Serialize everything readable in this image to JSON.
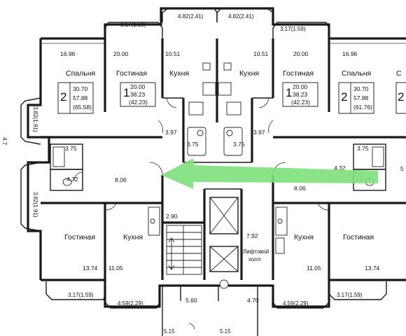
{
  "rooms": {
    "bedroom": "Спальня",
    "living": "Гостиная",
    "kitchen": "Кухня",
    "lift_hall_1": "Лифтовой",
    "lift_hall_2": "холл"
  },
  "areas": {
    "bedroom_left": "16.96",
    "living_left": "20.00",
    "kitchen_left": "10.51",
    "kitchen_right": "10.51",
    "living_right": "20.00",
    "bedroom_right": "16.96",
    "corridor_left": "3.97",
    "corridor_right": "3.97",
    "bath_left_center": "3.75",
    "bath_right_center": "3.75",
    "bath_far_left": "3.75",
    "bath_far_right": "3.75",
    "hall_far_left": "4.32",
    "hall_far_right": "4.32",
    "hall_left": "8.06",
    "hall_right": "8.06",
    "stair": "2.90",
    "lift_hall": "7.92",
    "living_lower_left": "13.74",
    "kitchen_lower_left": "11.05",
    "kitchen_lower_right": "11.05",
    "living_lower_right": "13.74",
    "vestibule": "5.60",
    "lobby": "4.70"
  },
  "dims": {
    "balcony_top_left": "3.17(1.59)",
    "balcony_top_center_left": "4.82(2.41)",
    "balcony_top_center_right": "4.82(2.41)",
    "balcony_top_right": "3.17(1.59)",
    "side_left_top": "3.82(1.91)",
    "side_left_bottom": "3.82(1.91)",
    "balcony_bottom_left": "3.17(1.59)",
    "balcony_bottom_center_left": "4.59(2.29)",
    "balcony_bottom_center_right": "4.59(2.29)",
    "balcony_bottom_right": "3.17(1.59)",
    "porch_left": "5.15",
    "porch_right": "5.15",
    "edge_left": "4.7",
    "edge_right": "5"
  },
  "apartments": [
    {
      "rooms": "2",
      "a": "30.70",
      "b": "57.88",
      "c": "(65.58)"
    },
    {
      "rooms": "1",
      "a": "20.00",
      "b": "38.23",
      "c": "(42.23)"
    },
    {
      "rooms": "1",
      "a": "20.00",
      "b": "38.23",
      "c": "(42.23)"
    },
    {
      "rooms": "2",
      "a": "30.70",
      "b": "57.88",
      "c": "(61.76)"
    },
    {
      "rooms": "2"
    }
  ],
  "arrow": {
    "color": "#7ee07a"
  }
}
